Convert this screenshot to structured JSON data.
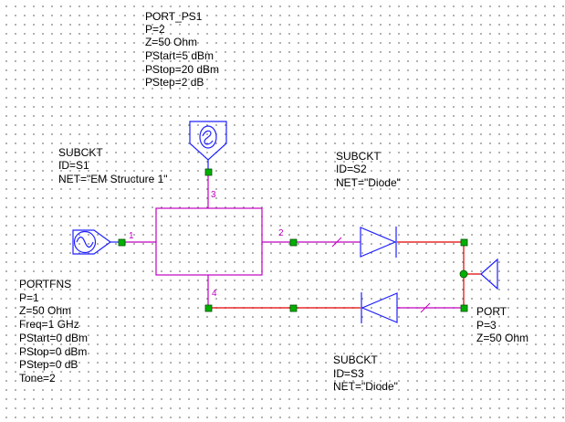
{
  "colors": {
    "block": "#c000c0",
    "wire": "#c000c0",
    "wire_active": "#e00000",
    "symbol": "#2020ff",
    "node": "#00b000",
    "node_outline": "#005000",
    "text": "#000000",
    "grid": "#8c8c8c"
  },
  "port_ps1": {
    "lines": [
      "PORT_PS1",
      "P=2",
      "Z=50 Ohm",
      "PStart=5 dBm",
      "PStop=20 dBm",
      "PStep=2 dB"
    ]
  },
  "subckt_s1": {
    "lines": [
      "SUBCKT",
      "ID=S1",
      "NET=\"EM Structure 1\""
    ]
  },
  "subckt_s2": {
    "lines": [
      "SUBCKT",
      "ID=S2",
      "NET=\"Diode\""
    ]
  },
  "subckt_s3": {
    "lines": [
      "SUBCKT",
      "ID=S3",
      "NET=\"Diode\""
    ]
  },
  "portfns": {
    "lines": [
      "PORTFNS",
      "P=1",
      "Z=50 Ohm",
      "Freq=1 GHz",
      "PStart=0 dBm",
      "PStop=0 dBm",
      "PStep=0 dB",
      "Tone=2"
    ]
  },
  "port3": {
    "lines": [
      "PORT",
      "P=3",
      "Z=50 Ohm"
    ]
  },
  "pins": [
    "1",
    "2",
    "3",
    "4"
  ],
  "icons": {
    "source_port": "sine-source-port-icon",
    "power_sweep_port": "power-sweep-port-icon",
    "load_port": "port-triangle-icon",
    "diode": "diode-icon"
  }
}
